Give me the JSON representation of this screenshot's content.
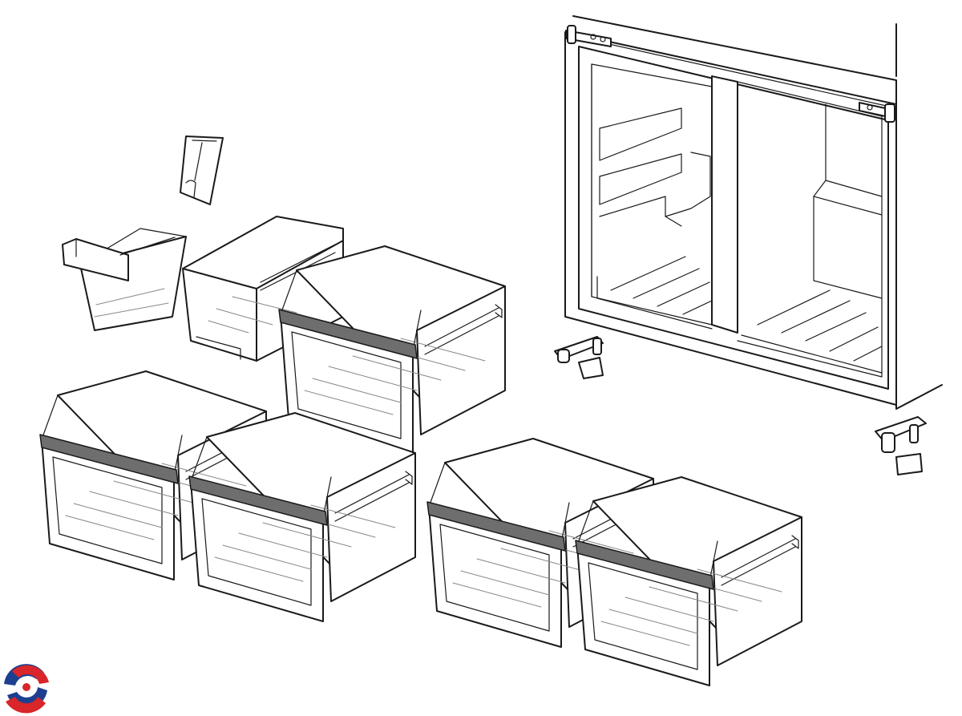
{
  "diagram": {
    "background": "#ffffff",
    "line_color": "#1a1a1a",
    "parts": [
      {
        "id": "cabinet",
        "icon": "refrigerator-cabinet-icon"
      },
      {
        "id": "top-hinge-left",
        "icon": "door-hinge-icon"
      },
      {
        "id": "top-hinge-right",
        "icon": "door-hinge-icon"
      },
      {
        "id": "bottom-hinge-left",
        "icon": "door-hinge-icon"
      },
      {
        "id": "bottom-hinge-right",
        "icon": "door-hinge-icon"
      },
      {
        "id": "shelf-support-clip",
        "icon": "clip-icon"
      },
      {
        "id": "small-bin",
        "icon": "bin-icon"
      },
      {
        "id": "drawer-cover",
        "icon": "drawer-icon"
      },
      {
        "id": "crisper-drawer",
        "icon": "drawer-icon",
        "count": 5
      }
    ]
  },
  "drawer": {
    "handle_color": "#6e6e6e"
  },
  "logo": {
    "icon": "brand-logo-icon",
    "colors": [
      "#1d3f8f",
      "#d8262a"
    ]
  }
}
